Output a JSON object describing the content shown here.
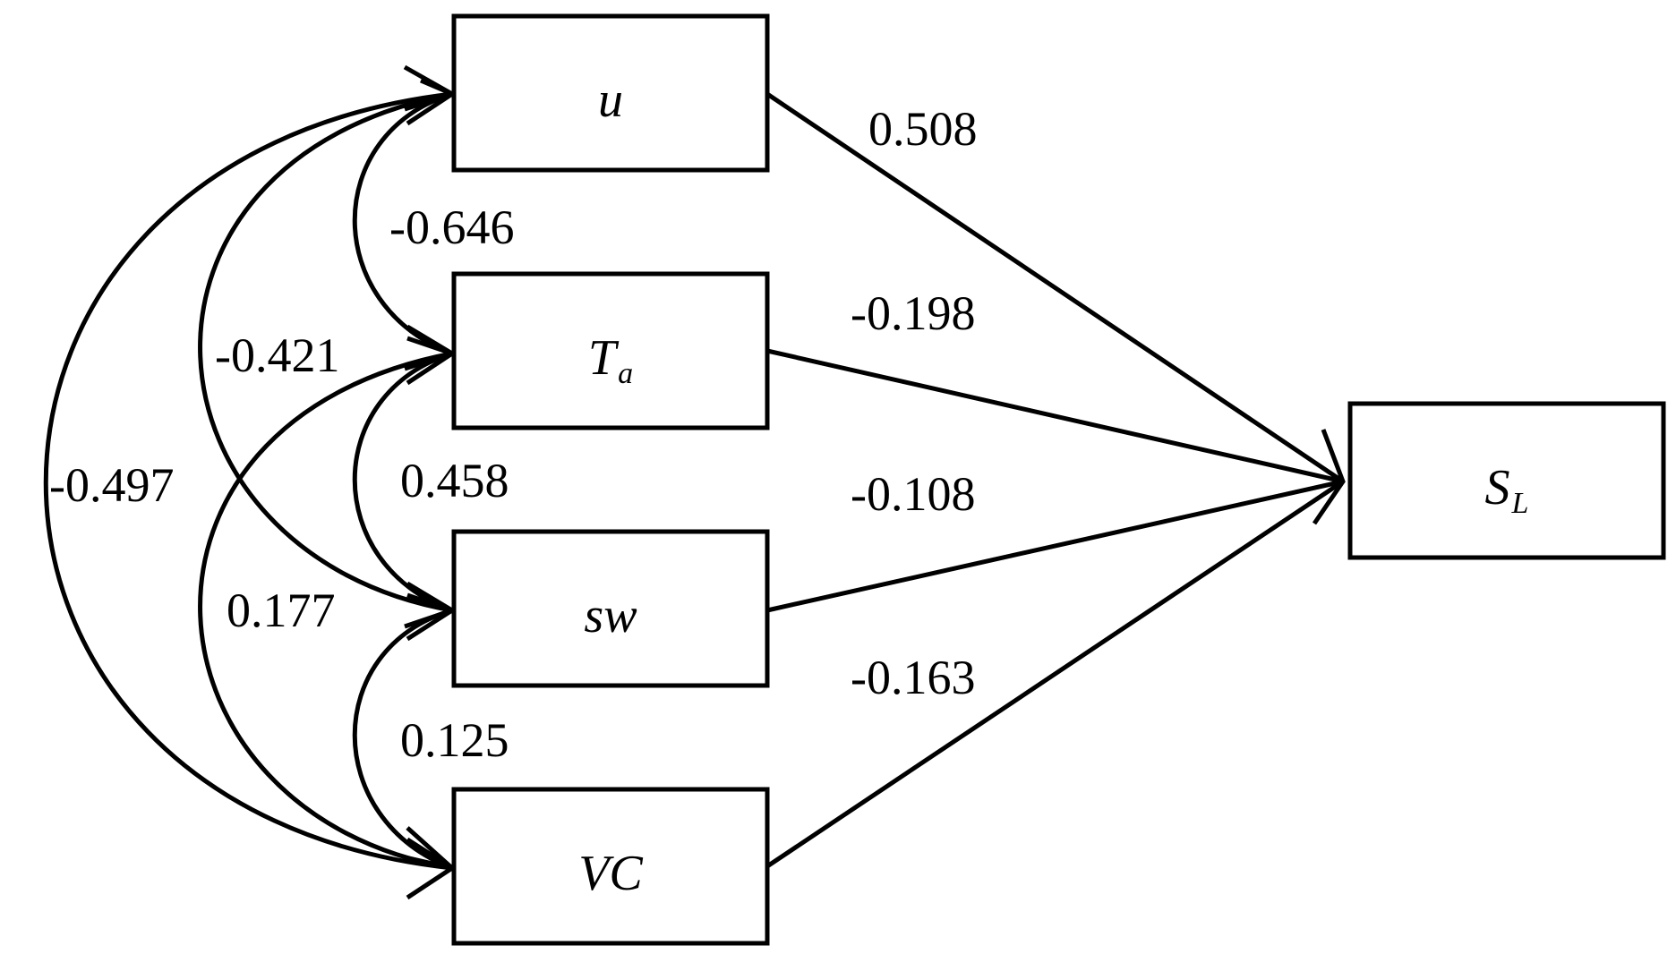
{
  "diagram": {
    "nodes": {
      "u": {
        "label": "u"
      },
      "ta": {
        "label": "T",
        "sub": "a"
      },
      "sw": {
        "label": "sw"
      },
      "vc": {
        "label": "VC"
      },
      "sl": {
        "label": "S",
        "sub": "L"
      }
    },
    "paths": {
      "u_sl": "0.508",
      "ta_sl": "-0.198",
      "sw_sl": "-0.108",
      "vc_sl": "-0.163"
    },
    "correlations": {
      "u_ta": "-0.646",
      "u_sw": "-0.421",
      "u_vc": "-0.497",
      "ta_sw": "0.458",
      "ta_vc": "0.177",
      "sw_vc": "0.125"
    }
  }
}
